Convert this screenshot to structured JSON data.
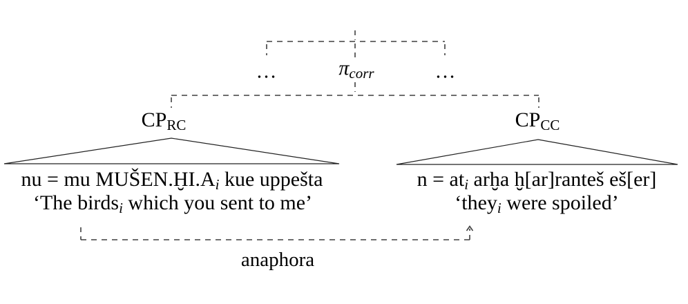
{
  "diagram": {
    "title_semantics": "correlative-clause syntax tree",
    "pi_node": {
      "symbol": "π",
      "subscript": "corr"
    },
    "ellipsis_left": "…",
    "ellipsis_right": "…",
    "left_clause": {
      "label": {
        "base": "CP",
        "subscript": "RC"
      },
      "phrase": {
        "pre": "nu = mu MUŠEN.ḪI.A",
        "sub": "i",
        "post": " kue uppešta"
      },
      "gloss": {
        "pre": "‘The birds",
        "sub": "i",
        "post": " which you sent to me’"
      }
    },
    "right_clause": {
      "label": {
        "base": "CP",
        "subscript": "CC"
      },
      "phrase": {
        "pre": "n = at",
        "sub": "i",
        "post": " arḫa ḫ[ar]ranteš eš[er]"
      },
      "gloss": {
        "pre": "‘they",
        "sub": "i",
        "post": " were spoiled’"
      }
    },
    "relation_label": "anaphora",
    "colors": {
      "dashed_line": "#3f3f3f",
      "solid_line": "#222222",
      "text": "#000000",
      "background": "#ffffff"
    }
  }
}
